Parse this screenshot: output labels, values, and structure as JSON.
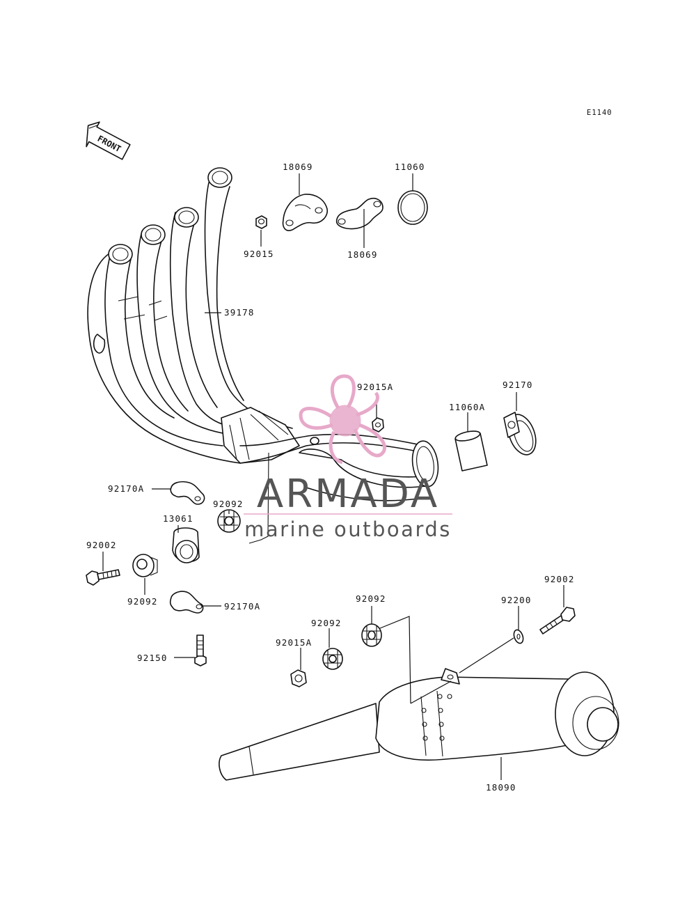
{
  "diagram": {
    "ref_code": "E1140",
    "front_label": "FRONT",
    "labels": {
      "p18069_top": "18069",
      "p11060": "11060",
      "p92015": "92015",
      "p18069_bottom": "18069",
      "p39178": "39178",
      "p92015A_top": "92015A",
      "p92170_right": "92170",
      "p11060A": "11060A",
      "p92170A_top": "92170A",
      "p92092_mid": "92092",
      "p13061": "13061",
      "p92002_left": "92002",
      "p92092_left": "92092",
      "p92170A_bottom": "92170A",
      "p92150": "92150",
      "p92092_lower": "92092",
      "p92092_lower2": "92092",
      "p92015A_lower": "92015A",
      "p92002_right": "92002",
      "p92200": "92200",
      "p18090": "18090"
    }
  },
  "watermark": {
    "title": "ARMADA",
    "subtitle": "marine outboards",
    "colors": {
      "pink": "#e7a9c9",
      "gray": "#555555"
    }
  }
}
